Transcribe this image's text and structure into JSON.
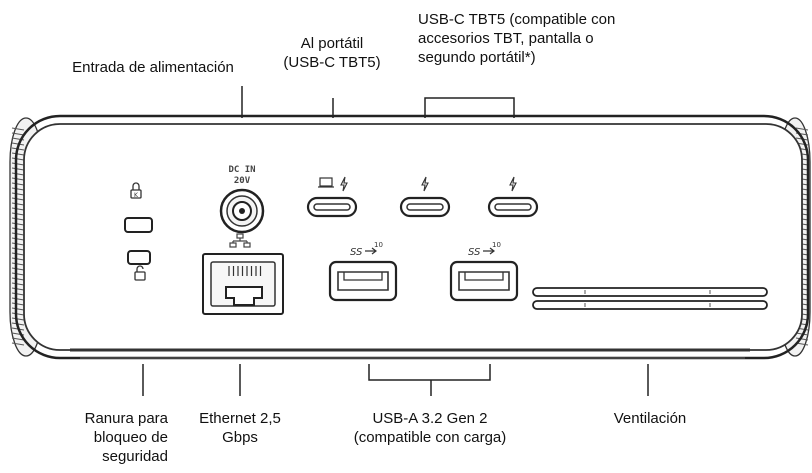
{
  "labels": {
    "power_in": "Entrada de alimentación",
    "to_laptop": [
      "Al portátil",
      "(USB-C TBT5)"
    ],
    "tbt5_ports": [
      "USB-C TBT5 (compatible con",
      "accesorios TBT, pantalla o",
      "segundo portátil*)"
    ],
    "security_slot": [
      "Ranura para",
      "bloqueo de",
      "seguridad"
    ],
    "ethernet": [
      "Ethernet 2,5",
      "Gbps"
    ],
    "usb_a": [
      "USB-A 3.2 Gen 2",
      "(compatible con carga)"
    ],
    "ventilation": "Ventilación"
  },
  "device_markings": {
    "dc_in": [
      "DC IN",
      "20V"
    ],
    "usb_speed": "10"
  },
  "icons": [
    "lock-icon",
    "unlock-icon",
    "ethernet-icon",
    "laptop-icon",
    "thunderbolt-icon",
    "superspeed-usb-icon"
  ],
  "colors": {
    "outline": "#222222",
    "accent": "#333333",
    "body": "#ffffff"
  }
}
